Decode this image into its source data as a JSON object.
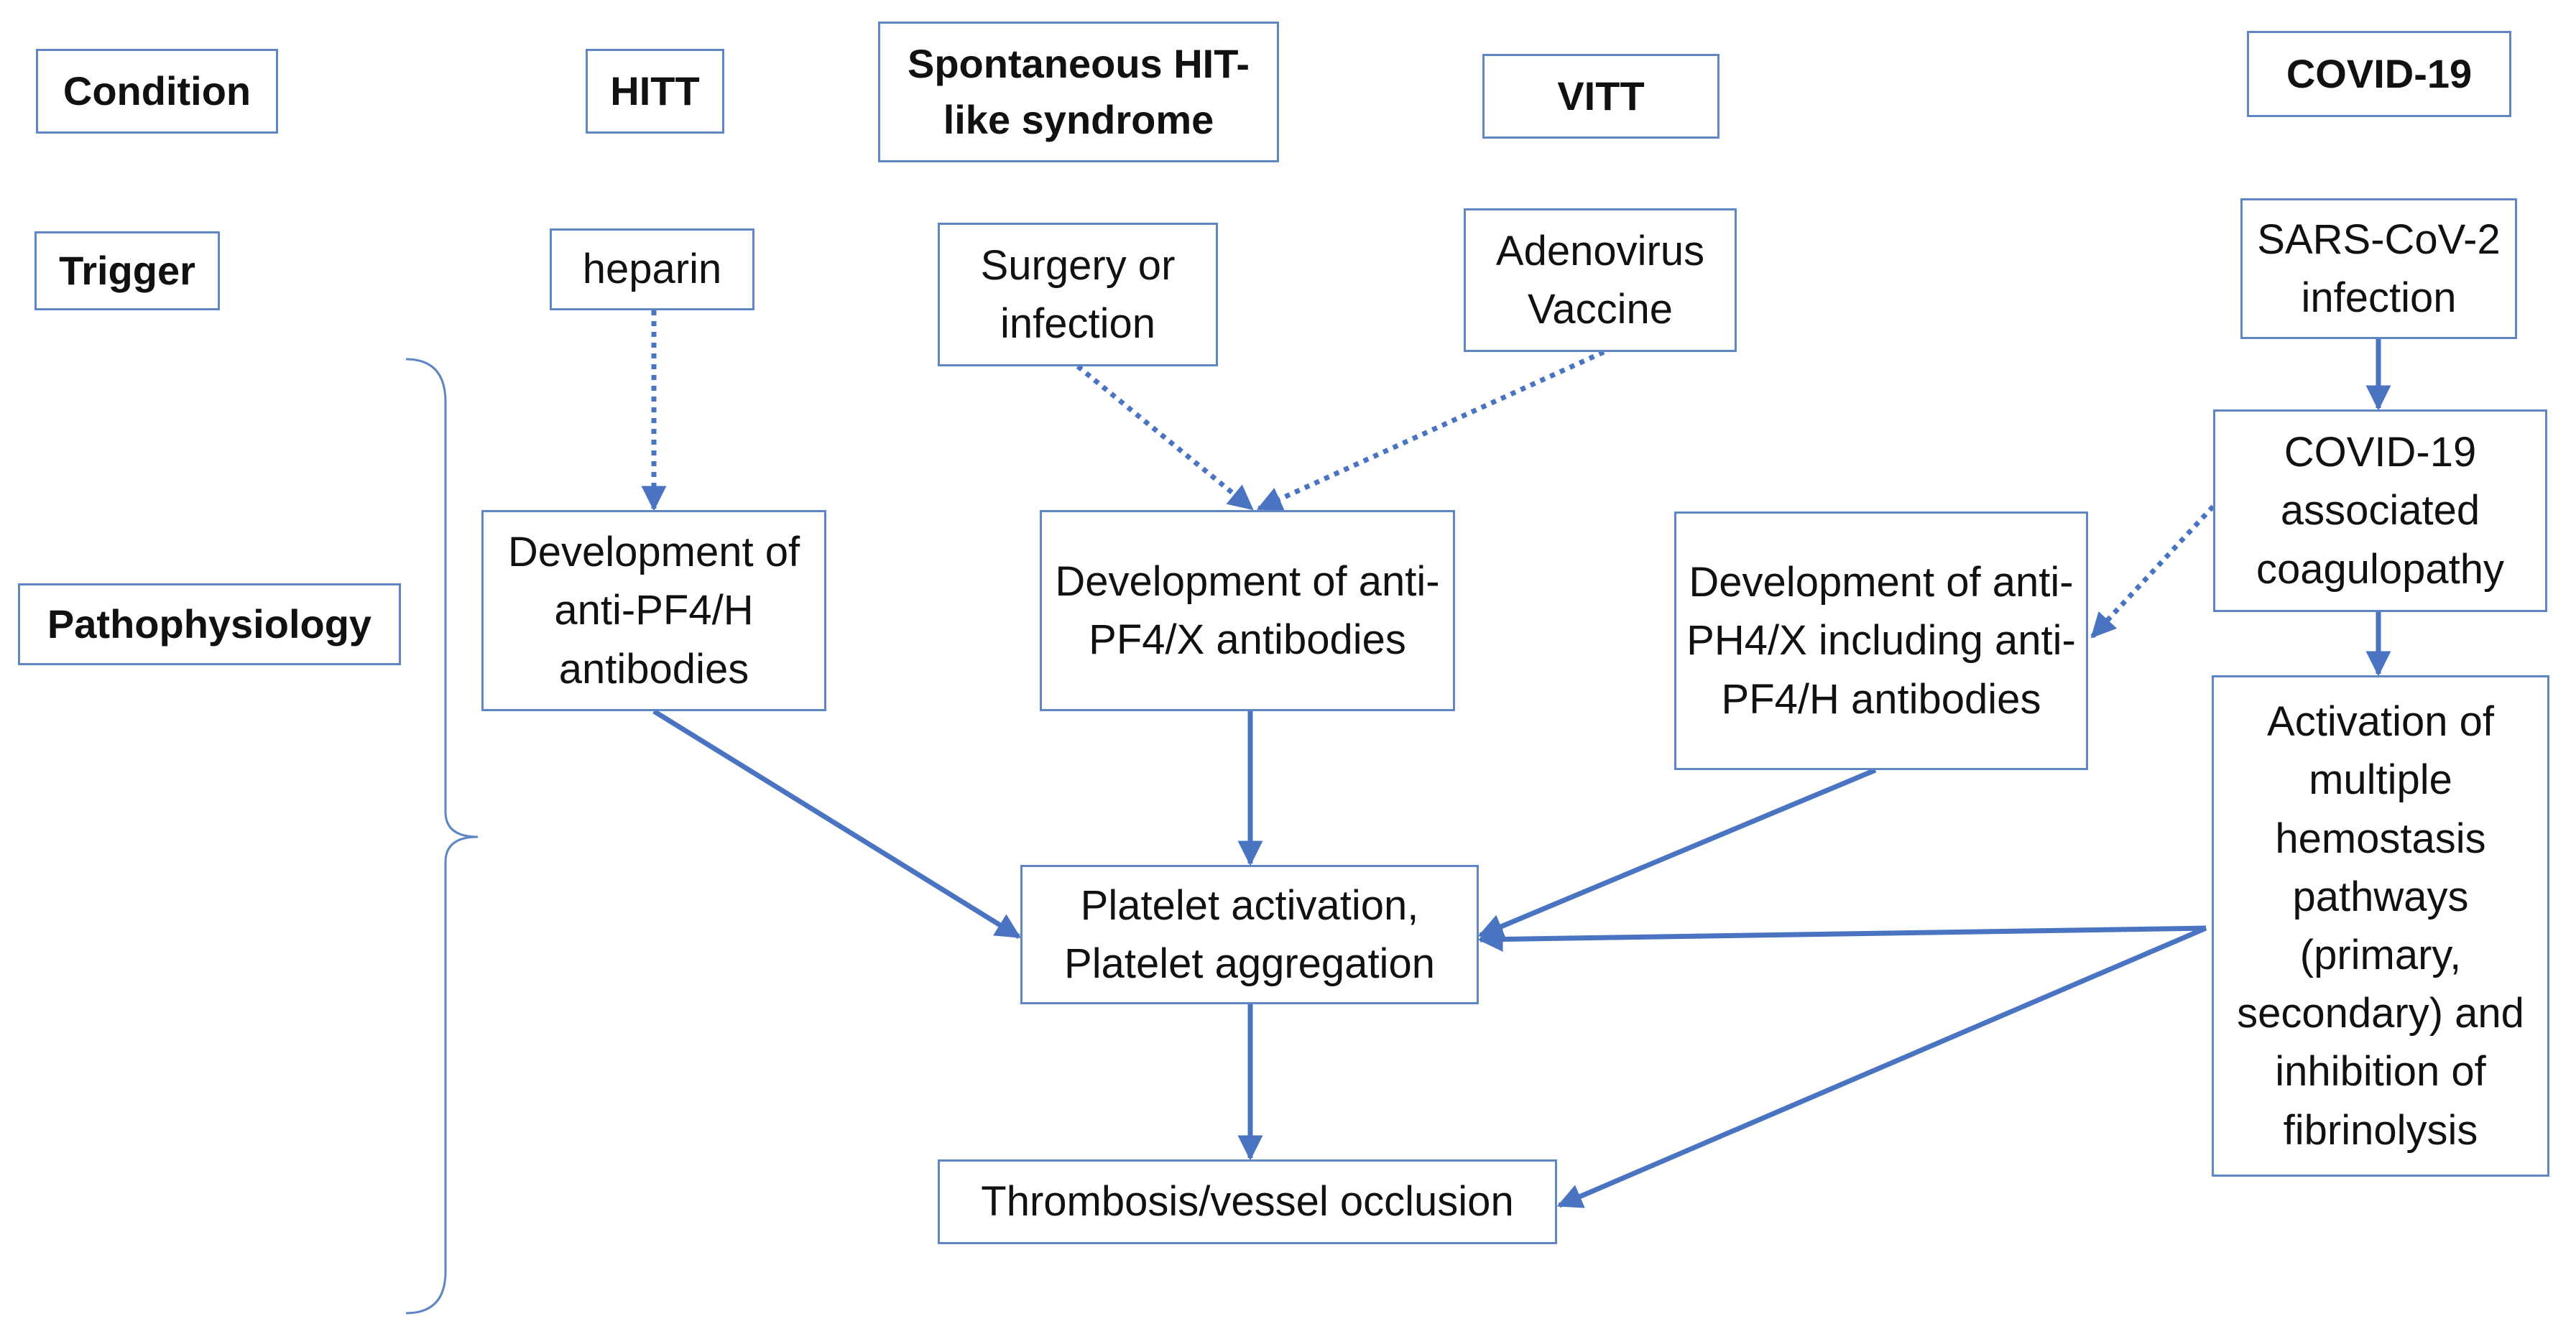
{
  "rows": {
    "condition": "Condition",
    "trigger": "Trigger",
    "pathophysiology": "Pathophysiology"
  },
  "conditions": {
    "hitt": "HITT",
    "spontaneous": "Spontaneous HIT-like syndrome",
    "vitt": "VITT",
    "covid": "COVID-19"
  },
  "triggers": {
    "heparin": "heparin",
    "surgery": "Surgery or infection",
    "adenovirus": "Adenovirus Vaccine",
    "sars": "SARS-CoV-2 infection"
  },
  "pathophysiology": {
    "anti_pf4_h": "Development of anti-PF4/H antibodies",
    "anti_pf4_x": "Development of anti-PF4/X antibodies",
    "anti_ph4_x": "Development of anti-PH4/X including anti-PF4/H antibodies",
    "cac": "COVID-19 associated coagulopathy",
    "activation": "Activation of multiple hemostasis pathways (primary, secondary) and inhibition of fibrinolysis",
    "platelet": "Platelet activation, Platelet aggregation",
    "thrombosis": "Thrombosis/vessel occlusion"
  },
  "colors": {
    "arrow": "#4a74c2",
    "box_border": "#5f86c4",
    "text": "#111111"
  }
}
